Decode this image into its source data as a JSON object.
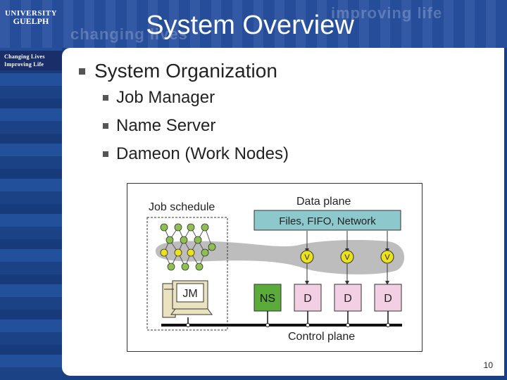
{
  "branding": {
    "university_line1": "UNIVERSITY",
    "university_line2": "GUELPH",
    "tagline_line1": "Changing Lives",
    "tagline_line2": "Improving Life",
    "watermark_left": "changing lives",
    "watermark_right": "improving life"
  },
  "slide": {
    "title": "System Overview",
    "page_number": "10",
    "bullets": {
      "level1": "System Organization",
      "level2": [
        "Job Manager",
        "Name Server",
        "Dameon (Work Nodes)"
      ]
    }
  },
  "diagram": {
    "job_schedule_label": "Job schedule",
    "data_plane_label": "Data plane",
    "data_plane_box": "Files, FIFO, Network",
    "jm_label": "JM",
    "ns_label": "NS",
    "daemon_label": "D",
    "vertex_label": "V",
    "control_plane_label": "Control plane",
    "colors": {
      "data_plane_box": "#8cc8cc",
      "ns_box": "#5aab3a",
      "daemon_box": "#f2cfe2",
      "vertex_fill": "#ece21a",
      "graph_node": "#8ec050",
      "plane_blob": "#bdbdbd",
      "computer": "#ebe3bf"
    }
  }
}
